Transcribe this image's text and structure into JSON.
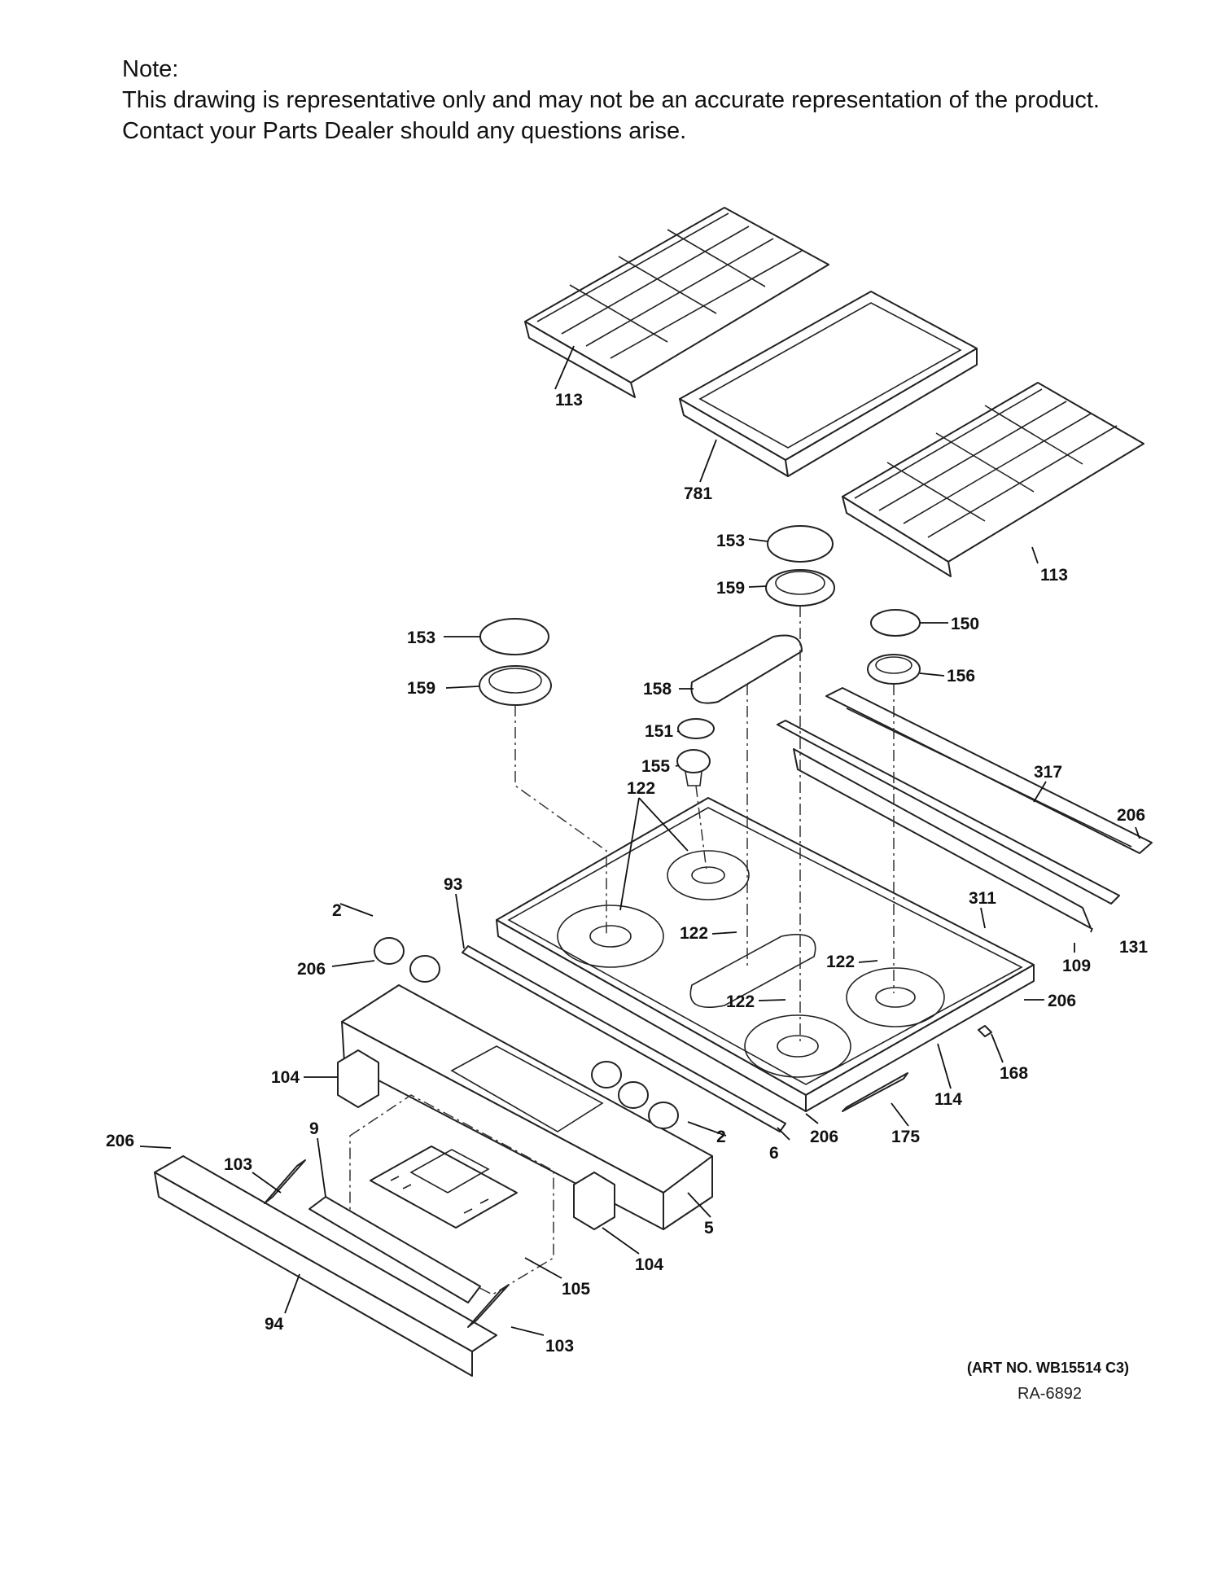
{
  "note": {
    "heading": "Note:",
    "line1": "This drawing is representative only and may not be an accurate representation of the product.",
    "line2": "Contact your Parts Dealer should any questions arise."
  },
  "art_number": "(ART NO. WB15514 C3)",
  "drawing_ref": "RA-6892",
  "labels": {
    "grate_left": "113",
    "grate_right": "113",
    "griddle": "781",
    "cap_center": "153",
    "cap_left": "153",
    "head_center": "159",
    "head_left": "159",
    "cap_right": "150",
    "head_right": "156",
    "oval_cap": "158",
    "cap_small": "151",
    "head_small": "155",
    "vent_trim": "317",
    "screw_top": "206",
    "electrode_pair": "122",
    "electrode_oval": "122",
    "electrode_right": "122",
    "electrode_front": "122",
    "trim_side": "93",
    "screw_311": "311",
    "rear_trim": "131",
    "rear_bracket": "109",
    "knob_left": "2",
    "screw_left": "206",
    "screw_right": "206",
    "end_cap": "104",
    "clip": "168",
    "bracket_9": "9",
    "cooktop": "114",
    "screw_far_left": "206",
    "handle_left": "103",
    "knob_right": "2",
    "bolt_6": "6",
    "screw_bottom": "206",
    "rod": "175",
    "panel": "5",
    "end_cap_right": "104",
    "control_board": "105",
    "front_trim": "94",
    "handle_right": "103"
  }
}
